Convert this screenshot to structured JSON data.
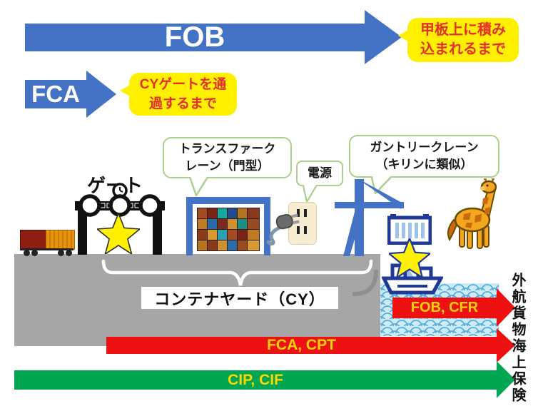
{
  "diagram": {
    "fob": {
      "label": "FOB",
      "note1": "甲板上に積み",
      "note2": "込まれるまで"
    },
    "fca": {
      "label": "FCA",
      "note1": "CYゲートを通",
      "note2": "過するまで"
    },
    "gate_label": "ゲート",
    "transfer_crane_note1": "トランスファーク",
    "transfer_crane_note2": "レーン（門型）",
    "power_label": "電源",
    "gantry_note1": "ガントリークレーン",
    "gantry_note2": "（キリンに類似）",
    "container_yard_label": "コンテナヤード（CY）",
    "arrow_fob_cfr": "FOB, CFR",
    "arrow_fca_cpt": "FCA, CPT",
    "arrow_cip_cif": "CIP, CIF",
    "insurance_label": "外航貨物海上保険"
  },
  "colors": {
    "incoterm_blue": "#4472C4",
    "navy_outline": "#1F3899",
    "red_arrow": "#EE1111",
    "green_arrow": "#00A651",
    "note_yellow": "#FFF000",
    "note_text_red": "#E23030",
    "arrow_text_yellow": "#FFD700",
    "callout_border_green": "#A9D18E",
    "yard_gray": "#A6A6A6",
    "water_light": "#CDEAF5",
    "wave_blue": "#54AEDC",
    "star_yellow": "#FFF100",
    "truck_box_red": "#8E1D12",
    "truck_box_orange": "#E8920A",
    "giraffe_orange": "#F3A71F"
  },
  "icons": {
    "truck-icon": "css-truck-with-two-containers",
    "gate-icon": "svg-portal-gate-with-clock",
    "gate-star-icon": "svg-star",
    "transfer-crane-icon": "svg-blue-portal-frame",
    "container-stack-icon": "svg-color-mosaic",
    "outlet-icon": "css-wall-outlet",
    "plug-icon": "svg-plug-with-cord",
    "gantry-crane-icon": "svg-blue-crane",
    "giraffe-icon": "svg-giraffe",
    "container-icon": "svg-striped-container",
    "ship-star-icon": "svg-star",
    "ship-icon": "svg-outline-ship",
    "water": "svg-seigaiha-wave-pattern",
    "yard-brace-icon": "svg-white-curly-brace"
  }
}
